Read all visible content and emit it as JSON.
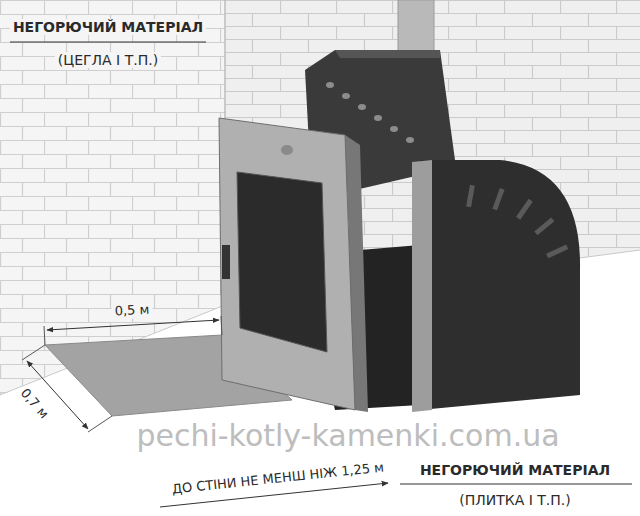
{
  "diagram": {
    "labels": [
      "НЕГОРЮЧИЙ МАТЕРІАЛ",
      "(ЦЕГЛА І Т.П.)",
      "0,5 м",
      "0,7 м",
      "ДО СТІНИ НЕ МЕНШ НІЖ 1,25 м",
      "pechi-kotly-kamenki.com.ua",
      "НЕГОРЮЧИЙ МАТЕРІАЛ",
      "(ПЛИТКА І Т.П.)"
    ]
  }
}
